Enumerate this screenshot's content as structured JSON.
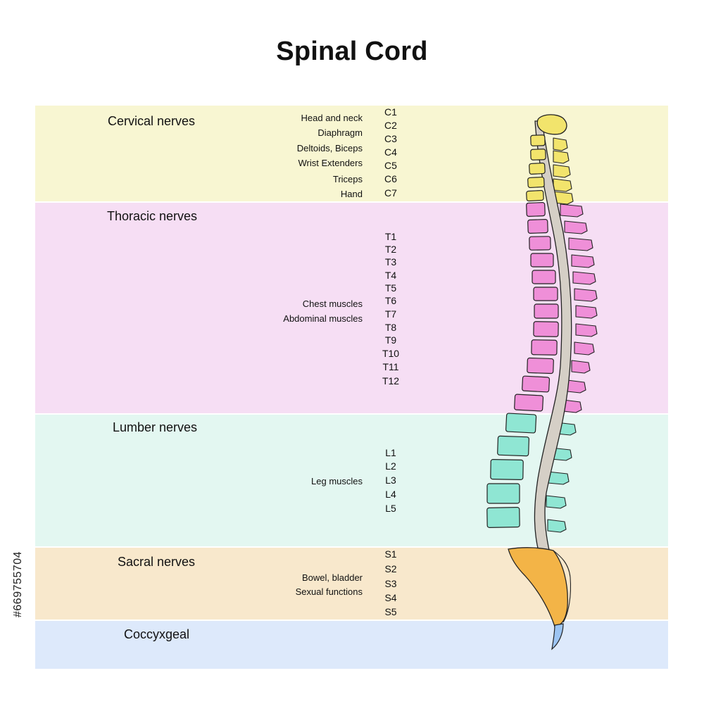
{
  "title": "Spinal Cord",
  "stock_id": "#669755704",
  "colors": {
    "cervical_band": "#f8f6d2",
    "thoracic_band": "#f6def4",
    "lumbar_band": "#e3f7f1",
    "sacral_band": "#f8e8cc",
    "coccygeal_band": "#dde9fb",
    "cervical_bone": "#f2e46c",
    "thoracic_bone": "#ef8fd8",
    "lumbar_bone": "#8fe6d3",
    "sacral_bone": "#f3b447",
    "coccyx_bone": "#9cc4f2",
    "cord": "#d5cfc6"
  },
  "regions": [
    {
      "name": "Cervical nerves",
      "functions": [
        "Head and neck",
        "Diaphragm",
        "Deltoids, Biceps",
        "Wrist Extenders",
        "Triceps",
        "Hand"
      ],
      "levels": [
        "C1",
        "C2",
        "C3",
        "C4",
        "C5",
        "C6",
        "C7"
      ]
    },
    {
      "name": "Thoracic nerves",
      "functions": [
        "Chest muscles",
        "Abdominal muscles"
      ],
      "levels": [
        "T1",
        "T2",
        "T3",
        "T4",
        "T5",
        "T6",
        "T7",
        "T8",
        "T9",
        "T10",
        "T11",
        "T12"
      ]
    },
    {
      "name": "Lumber nerves",
      "functions": [
        "Leg muscles"
      ],
      "levels": [
        "L1",
        "L2",
        "L3",
        "L4",
        "L5"
      ]
    },
    {
      "name": "Sacral nerves",
      "functions": [
        "Bowel, bladder",
        "Sexual functions"
      ],
      "levels": [
        "S1",
        "S2",
        "S3",
        "S4",
        "S5"
      ]
    },
    {
      "name": "Coccyxgeal",
      "functions": [],
      "levels": []
    }
  ]
}
